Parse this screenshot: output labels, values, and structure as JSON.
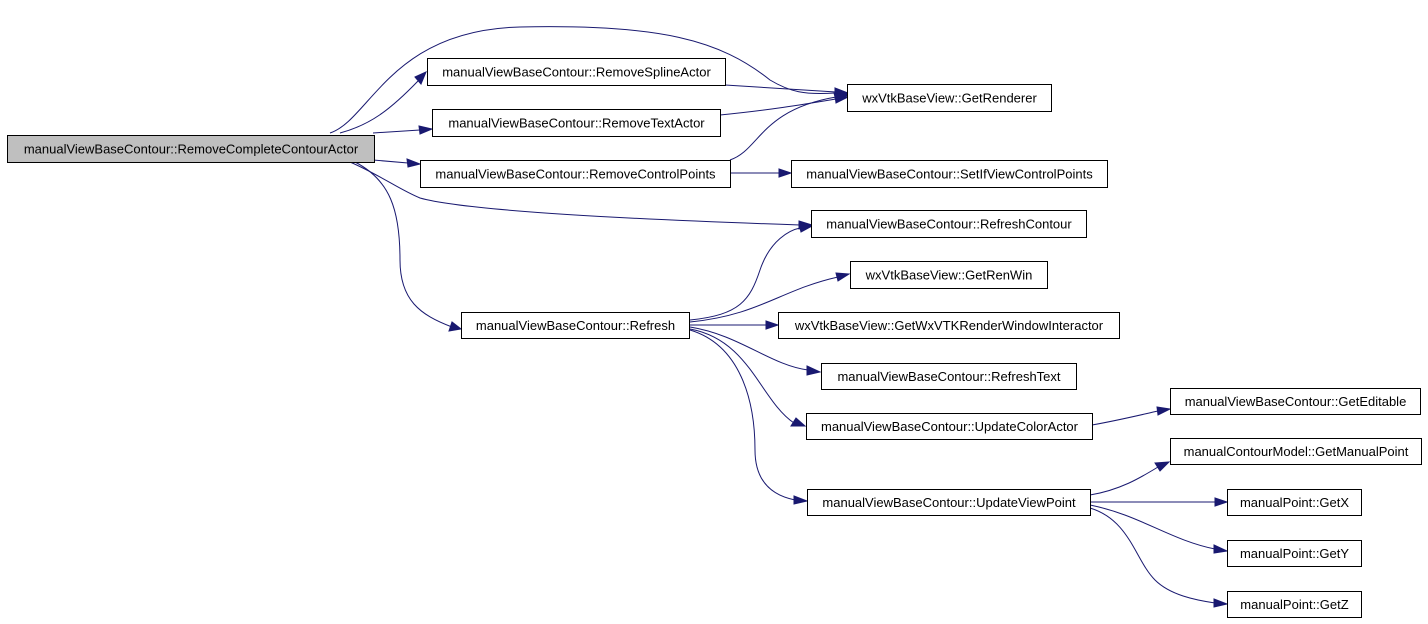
{
  "graph": {
    "root": "manualViewBaseContour::RemoveCompleteContourActor",
    "nodes": [
      {
        "id": "root",
        "label": "manualViewBaseContour::RemoveCompleteContourActor"
      },
      {
        "id": "removeSplineActor",
        "label": "manualViewBaseContour::RemoveSplineActor"
      },
      {
        "id": "getRenderer",
        "label": "wxVtkBaseView::GetRenderer"
      },
      {
        "id": "removeTextActor",
        "label": "manualViewBaseContour::RemoveTextActor"
      },
      {
        "id": "removeControlPoints",
        "label": "manualViewBaseContour::RemoveControlPoints"
      },
      {
        "id": "setIfViewControlPoints",
        "label": "manualViewBaseContour::SetIfViewControlPoints"
      },
      {
        "id": "refreshContour",
        "label": "manualViewBaseContour::RefreshContour"
      },
      {
        "id": "getRenWin",
        "label": "wxVtkBaseView::GetRenWin"
      },
      {
        "id": "refresh",
        "label": "manualViewBaseContour::Refresh"
      },
      {
        "id": "getWxVTKRWI",
        "label": "wxVtkBaseView::GetWxVTKRenderWindowInteractor"
      },
      {
        "id": "refreshText",
        "label": "manualViewBaseContour::RefreshText"
      },
      {
        "id": "getEditable",
        "label": "manualViewBaseContour::GetEditable"
      },
      {
        "id": "updateColorActor",
        "label": "manualViewBaseContour::UpdateColorActor"
      },
      {
        "id": "getManualPoint",
        "label": "manualContourModel::GetManualPoint"
      },
      {
        "id": "updateViewPoint",
        "label": "manualViewBaseContour::UpdateViewPoint"
      },
      {
        "id": "getX",
        "label": "manualPoint::GetX"
      },
      {
        "id": "getY",
        "label": "manualPoint::GetY"
      },
      {
        "id": "getZ",
        "label": "manualPoint::GetZ"
      }
    ],
    "edges": [
      {
        "from": "root",
        "to": "getRenderer"
      },
      {
        "from": "root",
        "to": "removeSplineActor"
      },
      {
        "from": "root",
        "to": "removeTextActor"
      },
      {
        "from": "root",
        "to": "removeControlPoints"
      },
      {
        "from": "root",
        "to": "refreshContour"
      },
      {
        "from": "root",
        "to": "refresh"
      },
      {
        "from": "removeSplineActor",
        "to": "getRenderer"
      },
      {
        "from": "removeTextActor",
        "to": "getRenderer"
      },
      {
        "from": "removeControlPoints",
        "to": "getRenderer"
      },
      {
        "from": "removeControlPoints",
        "to": "setIfViewControlPoints"
      },
      {
        "from": "refresh",
        "to": "refreshContour"
      },
      {
        "from": "refresh",
        "to": "getRenWin"
      },
      {
        "from": "refresh",
        "to": "getWxVTKRWI"
      },
      {
        "from": "refresh",
        "to": "refreshText"
      },
      {
        "from": "refresh",
        "to": "updateColorActor"
      },
      {
        "from": "refresh",
        "to": "updateViewPoint"
      },
      {
        "from": "updateColorActor",
        "to": "getEditable"
      },
      {
        "from": "updateViewPoint",
        "to": "getManualPoint"
      },
      {
        "from": "updateViewPoint",
        "to": "getX"
      },
      {
        "from": "updateViewPoint",
        "to": "getY"
      },
      {
        "from": "updateViewPoint",
        "to": "getZ"
      }
    ]
  },
  "colors": {
    "edge": "#191970",
    "node_border": "#000000",
    "node_fill": "#ffffff",
    "root_fill": "#bfbfbf"
  }
}
